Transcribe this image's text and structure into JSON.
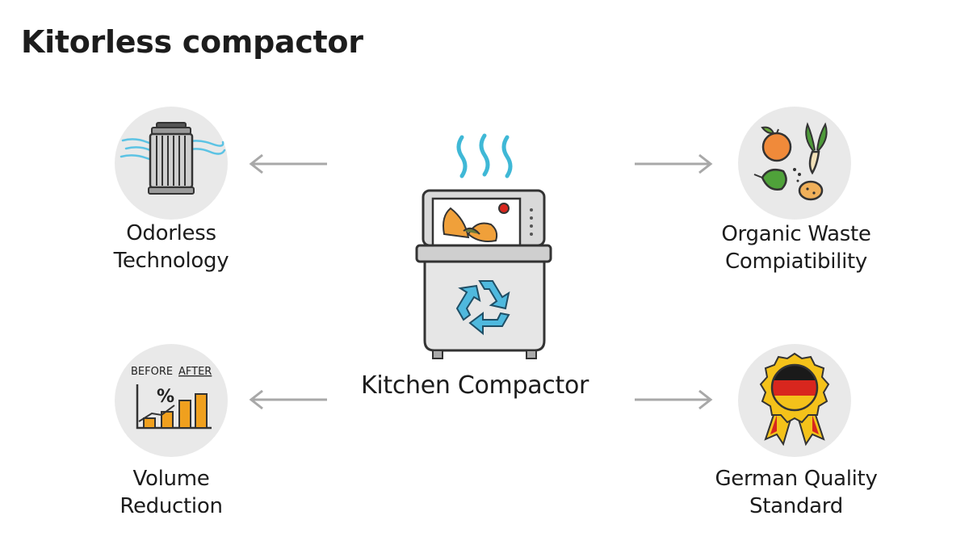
{
  "title": "Kitorless compactor",
  "center": {
    "label": "Kitchen Compactor",
    "icon": "kitchen-compactor-icon"
  },
  "features": {
    "odorless": {
      "line1": "Odorless",
      "line2": "Technology",
      "icon": "air-filter-icon"
    },
    "organic": {
      "line1": "Organic Waste",
      "line2": "Compiatibility",
      "icon": "vegetables-icon"
    },
    "volume": {
      "line1": "Volume",
      "line2": "Reduction",
      "icon": "before-after-chart-icon",
      "before_text": "BEFORE",
      "after_text": "AFTER",
      "percent": "%"
    },
    "german": {
      "line1": "German Quality",
      "line2": "Standard",
      "icon": "german-flag-badge-icon"
    }
  },
  "colors": {
    "circle_bg": "#e9e9e9",
    "arrow": "#a8a8a8",
    "steam": "#3fb8d6",
    "recycle": "#4fb9de",
    "bars": "#f0a01e",
    "flag_black": "#1a1a1a",
    "flag_red": "#d8261e",
    "flag_gold": "#f4c21a"
  }
}
